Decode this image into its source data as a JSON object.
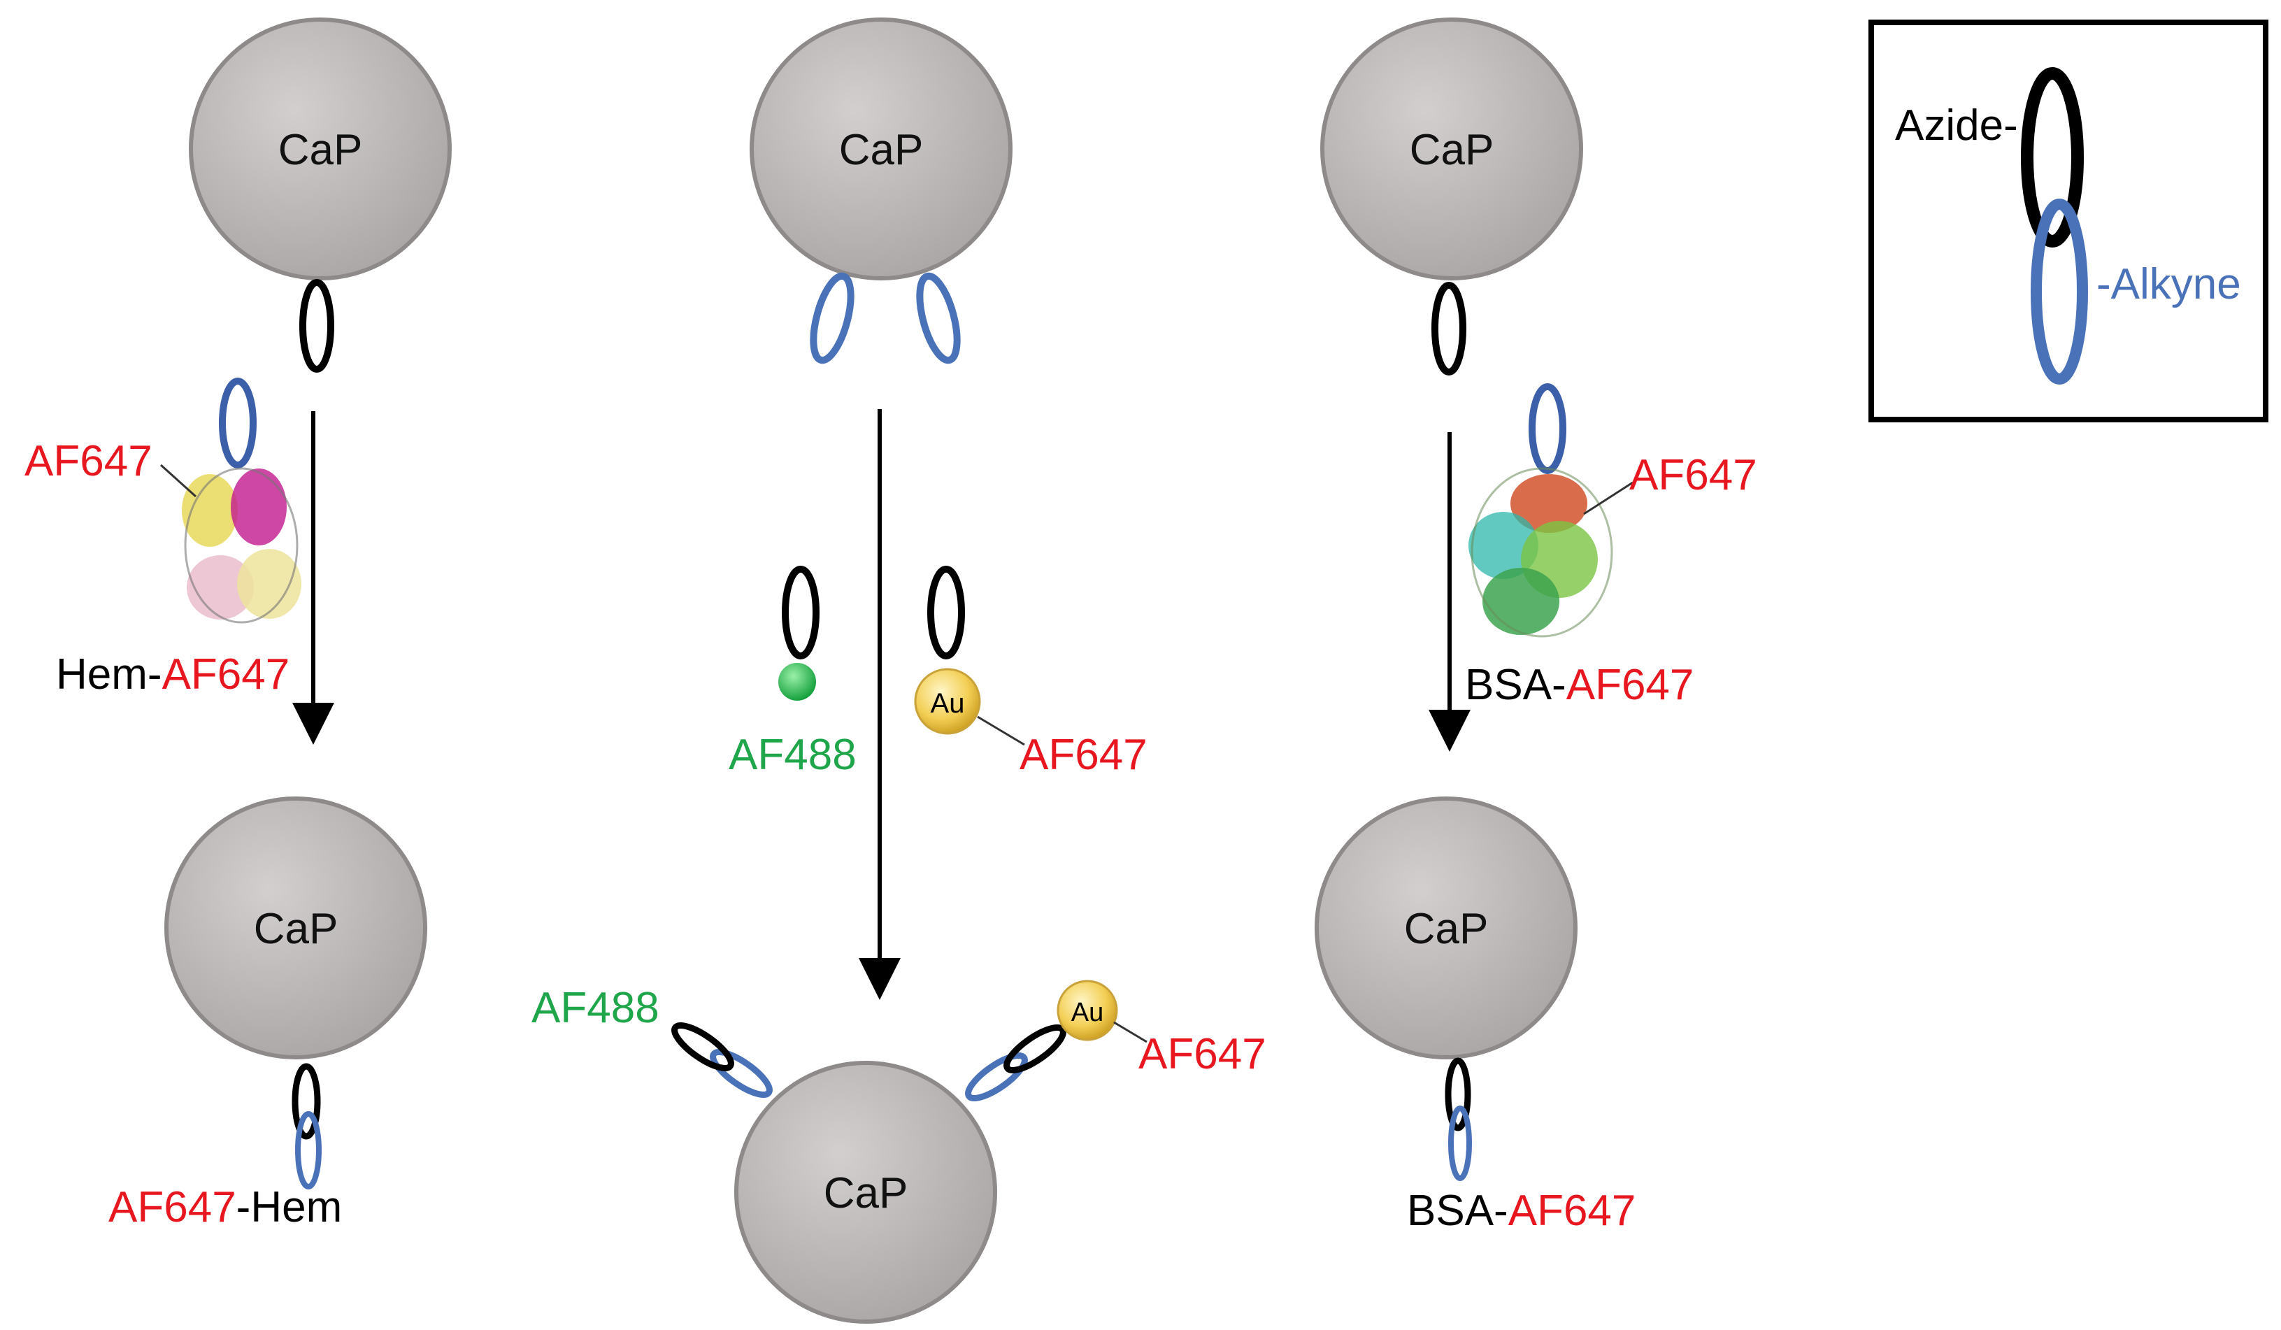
{
  "particle_label": "CaP",
  "legend": {
    "azide_label": "Azide-",
    "alkyne_label": "-Alkyne"
  },
  "left": {
    "dye_label": "AF647",
    "reagent_prefix": "Hem-",
    "reagent_suffix": "AF647",
    "product_prefix": "AF647",
    "product_suffix": "-Hem"
  },
  "middle": {
    "dye_green": "AF488",
    "gold_label": "Au",
    "dye_red": "AF647",
    "product_green": "AF488",
    "product_gold": "Au",
    "product_red": "AF647"
  },
  "right": {
    "dye_label": "AF647",
    "reagent_prefix": "BSA-",
    "reagent_suffix": "AF647",
    "product_prefix": "BSA-",
    "product_suffix": "AF647"
  },
  "colors": {
    "azide": "#000000",
    "alkyne": "#4a72b8",
    "dye_red": "#e8171f",
    "dye_green": "#1fa64a",
    "particle": "#b8b5b4",
    "gold": "#f2c94c"
  }
}
